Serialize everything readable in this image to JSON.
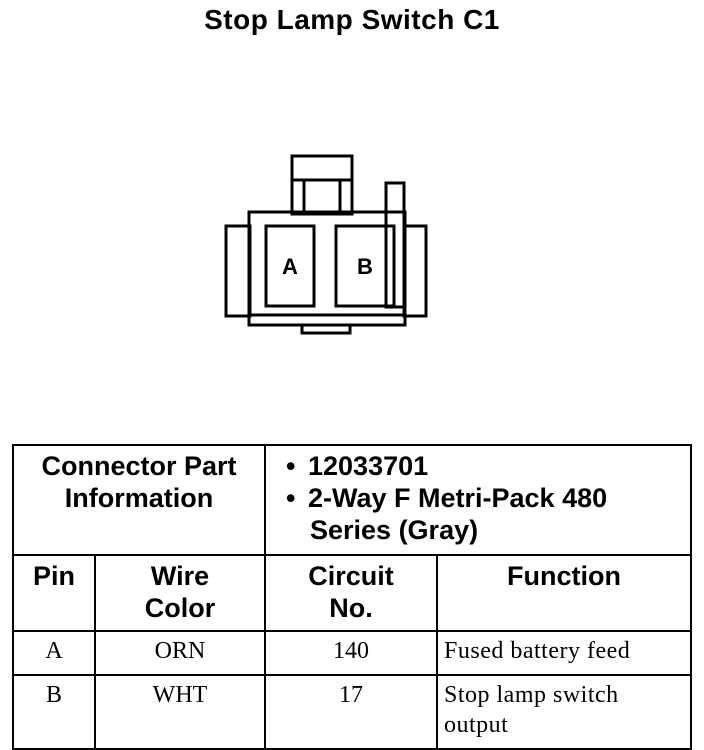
{
  "title": "Stop Lamp Switch C1",
  "connector": {
    "pins": [
      "A",
      "B"
    ]
  },
  "table": {
    "part_info_label_line1": "Connector Part",
    "part_info_label_line2": "Information",
    "part_number": "12033701",
    "series_line1": "2-Way F Metri-Pack 480",
    "series_line2": "Series (Gray)",
    "columns": {
      "pin": "Pin",
      "wire_color_line1": "Wire",
      "wire_color_line2": "Color",
      "circuit_line1": "Circuit",
      "circuit_line2": "No.",
      "function": "Function"
    },
    "rows": [
      {
        "pin": "A",
        "wire_color": "ORN",
        "circuit": "140",
        "function": "Fused battery feed"
      },
      {
        "pin": "B",
        "wire_color": "WHT",
        "circuit": "17",
        "function_line1": "Stop lamp switch",
        "function_line2": "output"
      }
    ]
  }
}
